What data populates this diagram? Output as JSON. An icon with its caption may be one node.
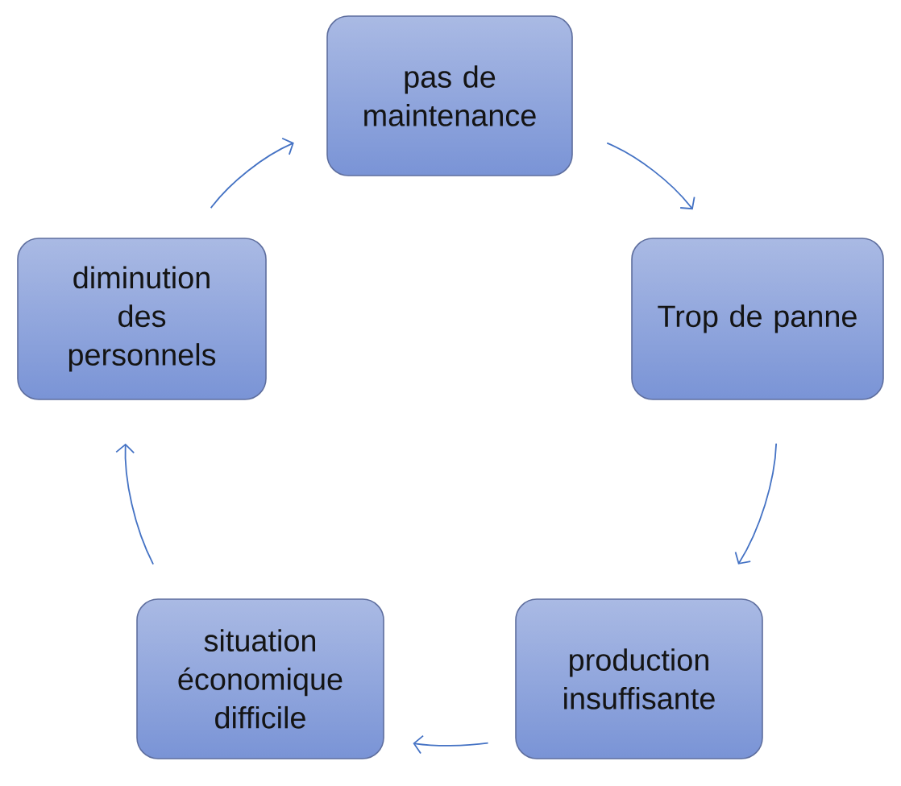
{
  "diagram": {
    "nodes": [
      {
        "text": [
          "pas de maintenance"
        ]
      },
      {
        "text": [
          "Trop de panne"
        ]
      },
      {
        "text": [
          "production insuffisante"
        ]
      },
      {
        "text": [
          "situation économique difficile"
        ]
      },
      {
        "text": [
          "diminution des personnels"
        ]
      }
    ],
    "edges": [
      {
        "from": 0,
        "to": 1,
        "arrow": "to"
      },
      {
        "from": 1,
        "to": 2,
        "arrow": "to"
      },
      {
        "from": 2,
        "to": 3,
        "arrow": "to"
      },
      {
        "from": 3,
        "to": 4,
        "arrow": "to"
      },
      {
        "from": 4,
        "to": 0,
        "arrow": "to"
      }
    ]
  }
}
